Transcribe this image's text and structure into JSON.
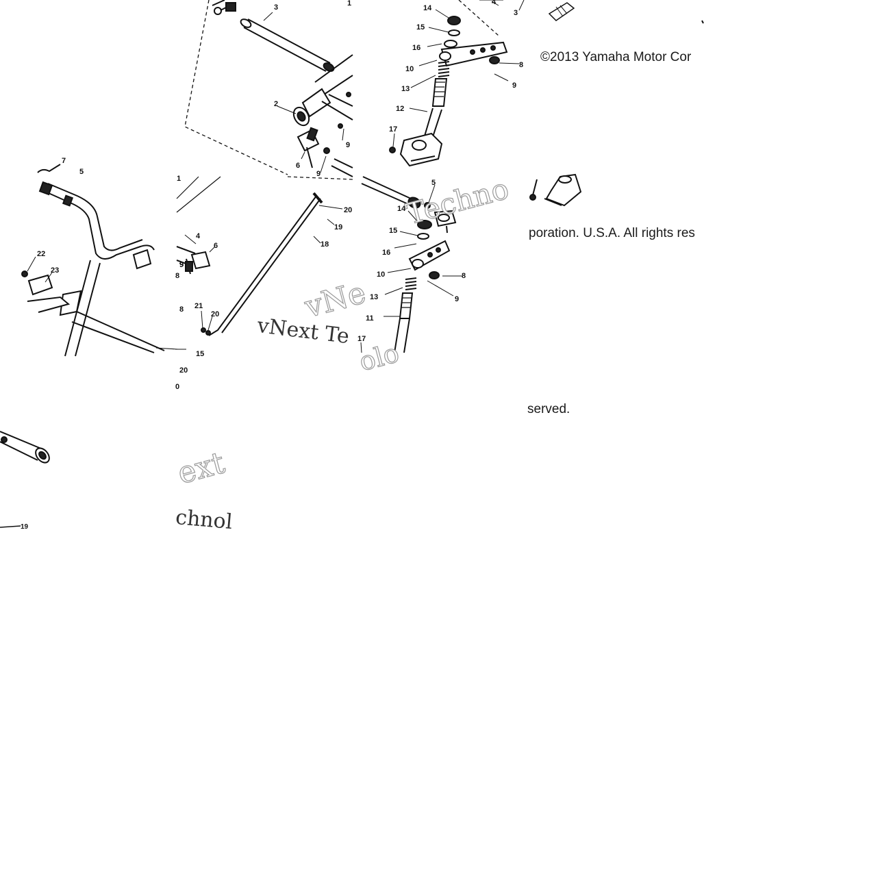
{
  "copyright": {
    "line1": "©2013 Yamaha Motor Cor",
    "line2": "poration. U.S.A. All rights res",
    "line3": "served."
  },
  "watermark": {
    "frag1": "vNext Te",
    "frag2": "Techno",
    "frag3": "ext",
    "frag4": "chnol",
    "frag5": "vNe",
    "frag6": "olo"
  },
  "callouts": {
    "tl_panel": [
      "3",
      "2",
      "6",
      "9",
      "1"
    ],
    "tr_panel": [
      "14",
      "15",
      "16",
      "10",
      "13",
      "12",
      "17",
      "8",
      "9",
      "4",
      "3"
    ],
    "bl_panel": [
      "7",
      "5",
      "22",
      "23",
      "19"
    ],
    "bm_panel": [
      "1",
      "4",
      "6",
      "9",
      "8",
      "21",
      "20",
      "15",
      "20",
      "18",
      "19",
      "20",
      "17"
    ],
    "br_panel": [
      "5",
      "14",
      "15",
      "16",
      "10",
      "8",
      "9",
      "13",
      "11"
    ]
  },
  "icons": [
    "front-arrow-icon"
  ]
}
